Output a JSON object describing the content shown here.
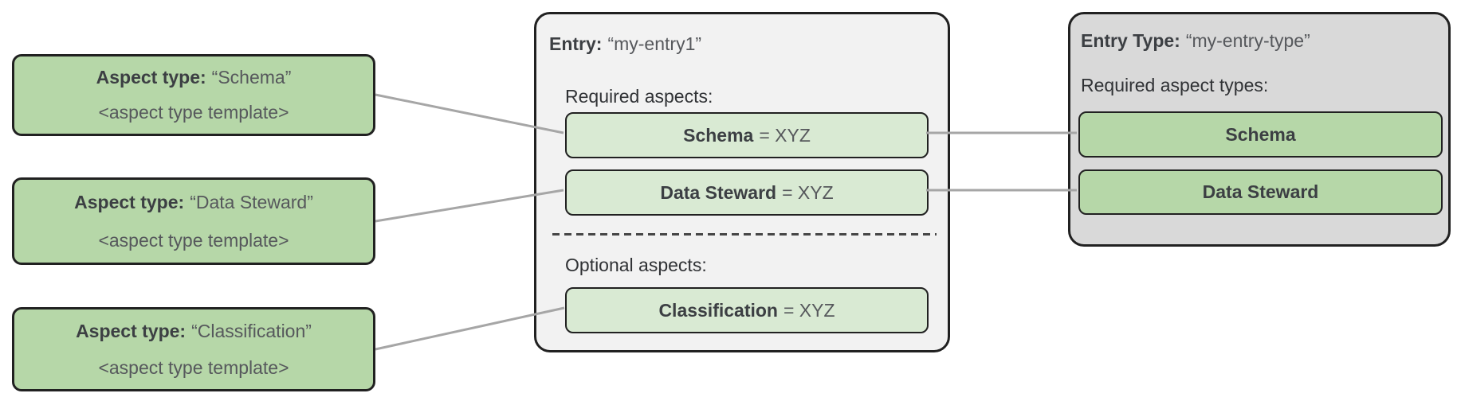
{
  "diagram": {
    "aspect_type_boxes": [
      {
        "label": "Aspect type:",
        "name": "“Schema”",
        "template": "<aspect type template>"
      },
      {
        "label": "Aspect type:",
        "name": "“Data Steward”",
        "template": "<aspect type template>"
      },
      {
        "label": "Aspect type:",
        "name": "“Classification”",
        "template": "<aspect type template>"
      }
    ],
    "entry": {
      "title_label": "Entry:",
      "title_value": "“my-entry1”",
      "required_label": "Required aspects:",
      "optional_label": "Optional aspects:",
      "required_aspects": [
        {
          "name": "Schema",
          "suffix": "= XYZ"
        },
        {
          "name": "Data Steward",
          "suffix": "= XYZ"
        }
      ],
      "optional_aspects": [
        {
          "name": "Classification",
          "suffix": "= XYZ"
        }
      ]
    },
    "entry_type": {
      "title_label": "Entry Type:",
      "title_value": "“my-entry-type”",
      "required_label": "Required aspect types:",
      "aspect_types": [
        {
          "name": "Schema"
        },
        {
          "name": "Data Steward"
        }
      ]
    }
  },
  "colors": {
    "green": "#b6d7a8",
    "pale_green": "#d9ead3",
    "entry_bg": "#f2f2f2",
    "entry_type_bg": "#d9d9d9",
    "border": "#212121",
    "connector": "#a6a6a6"
  }
}
